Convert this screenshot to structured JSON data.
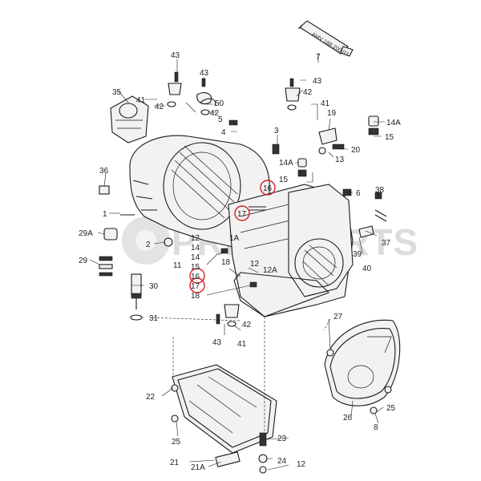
{
  "watermark": "PRIMEPARTS",
  "tube_print": "AMV 188 200 03",
  "highlight_color": "#d42020",
  "labels": {
    "l1": "1",
    "l2": "2",
    "l3": "3",
    "l4": "4",
    "l5": "5",
    "l6": "6",
    "l7": "7",
    "l8": "8",
    "l11": "11",
    "l12a": "12",
    "l12b": "12",
    "l12c": "12",
    "l12A": "12A",
    "l13": "13",
    "l14a": "14",
    "l14b": "14",
    "l14A_a": "14A",
    "l14A_b": "14A",
    "l15a": "15",
    "l15b": "15",
    "l15c": "15",
    "l16a": "16",
    "l16b": "16",
    "l17a": "17",
    "l17b": "17",
    "l18a": "18",
    "l18b": "18",
    "l1A": "1A",
    "l19": "19",
    "l20": "20",
    "l21": "21",
    "l21A": "21A",
    "l22": "22",
    "l23": "23",
    "l24": "24",
    "l25a": "25",
    "l25b": "25",
    "l25c": "25",
    "l26": "26",
    "l27": "27",
    "l29": "29",
    "l29A": "29A",
    "l30": "30",
    "l31": "31",
    "l35": "35",
    "l36": "36",
    "l37": "37",
    "l38": "38",
    "l39": "39",
    "l40": "40",
    "l41a": "41",
    "l41b": "41",
    "l41c": "41",
    "l42a": "42",
    "l42b": "42",
    "l42c": "42",
    "l42d": "42",
    "l43a": "43",
    "l43b": "43",
    "l43c": "43",
    "l43d": "43",
    "l50": "50"
  }
}
